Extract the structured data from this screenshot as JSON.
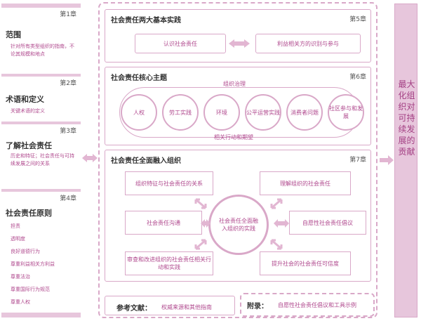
{
  "left": {
    "scope": {
      "chapter": "第1章",
      "title": "范围",
      "desc": "针对所有类型组织的指南，不论其规模和地点"
    },
    "terms": {
      "chapter": "第2章",
      "title": "术语和定义",
      "desc": "关键术语的定义"
    },
    "understanding": {
      "chapter": "第3章",
      "title": "了解社会责任",
      "desc": "历史和特征；社会责任与可持续发展之间的关系"
    },
    "principles": {
      "chapter": "第4章",
      "title": "社会责任原则",
      "items": [
        "担责",
        "透明度",
        "良好道德行为",
        "尊重利益相关方利益",
        "尊重法治",
        "尊重国际行为规范",
        "尊重人权"
      ]
    }
  },
  "practices": {
    "title": "社会责任两大基本实践",
    "chapter": "第5章",
    "box1": "认识社会责任",
    "box2": "利益相关方的识别与参与"
  },
  "core": {
    "title": "社会责任核心主题",
    "chapter": "第6章",
    "governance": "组织治理",
    "subjects": [
      "人权",
      "劳工实践",
      "环境",
      "公平运营实践",
      "消费者问题",
      "社区参与和发展"
    ],
    "related": "相关行动和期望"
  },
  "integrate": {
    "title": "社会责任全面融入组织",
    "chapter": "第7章",
    "b1": "组织特征与社会责任的关系",
    "b2": "理解组织的社会责任",
    "b3": "社会责任沟通",
    "center": "社会责任全面融入组织的实践",
    "b4": "自愿性社会责任倡议",
    "b5": "审查和改进组织的社会责任相关行动和实践",
    "b6": "提升社会的社会责任可信度"
  },
  "refs": {
    "label": "参考文献：",
    "text": "权威来源和其他指南"
  },
  "appendix": {
    "label": "附录：",
    "text": "自愿性社会责任倡议和工具示例"
  },
  "right": {
    "text": "最大化组织对可持续发展的贡献"
  },
  "colors": {
    "accent": "#b0498e",
    "light": "#e7c6dc",
    "border": "#d9a8c8"
  }
}
